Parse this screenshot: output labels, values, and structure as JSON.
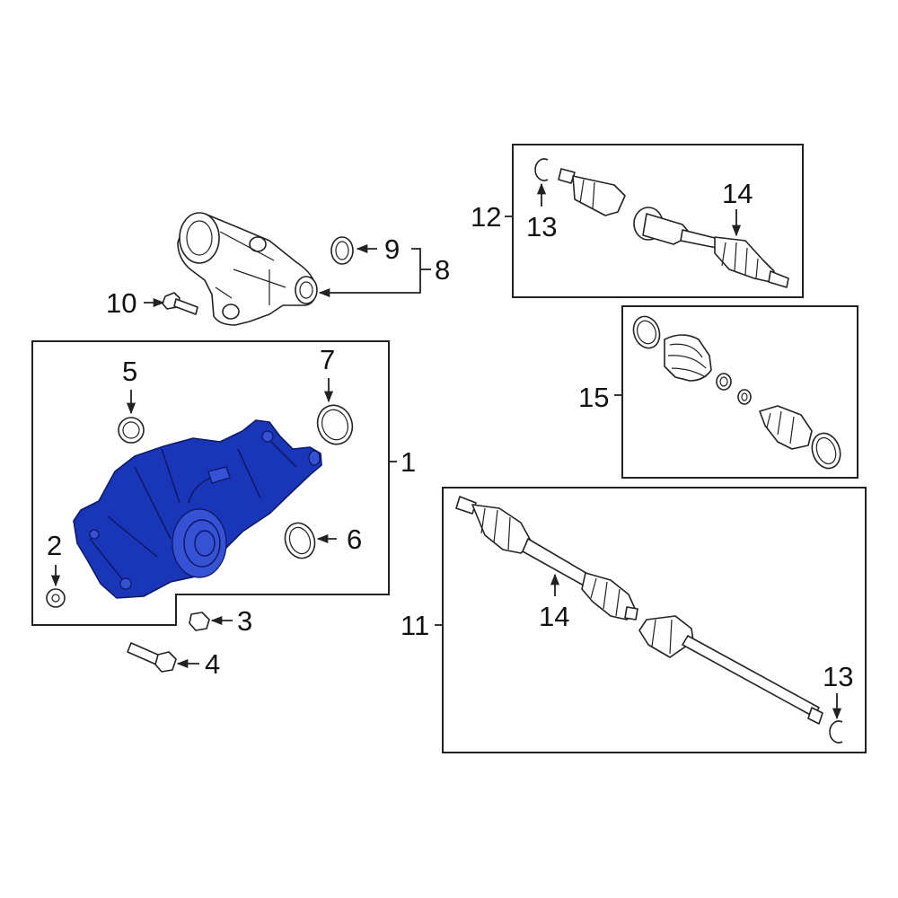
{
  "highlight_color": "#1a36b8",
  "callouts": {
    "c1": "1",
    "c2": "2",
    "c3": "3",
    "c4": "4",
    "c5": "5",
    "c6": "6",
    "c7": "7",
    "c8": "8",
    "c9": "9",
    "c10": "10",
    "c11": "11",
    "c12": "12",
    "c13a": "13",
    "c13b": "13",
    "c14a": "14",
    "c14b": "14",
    "c15": "15"
  }
}
